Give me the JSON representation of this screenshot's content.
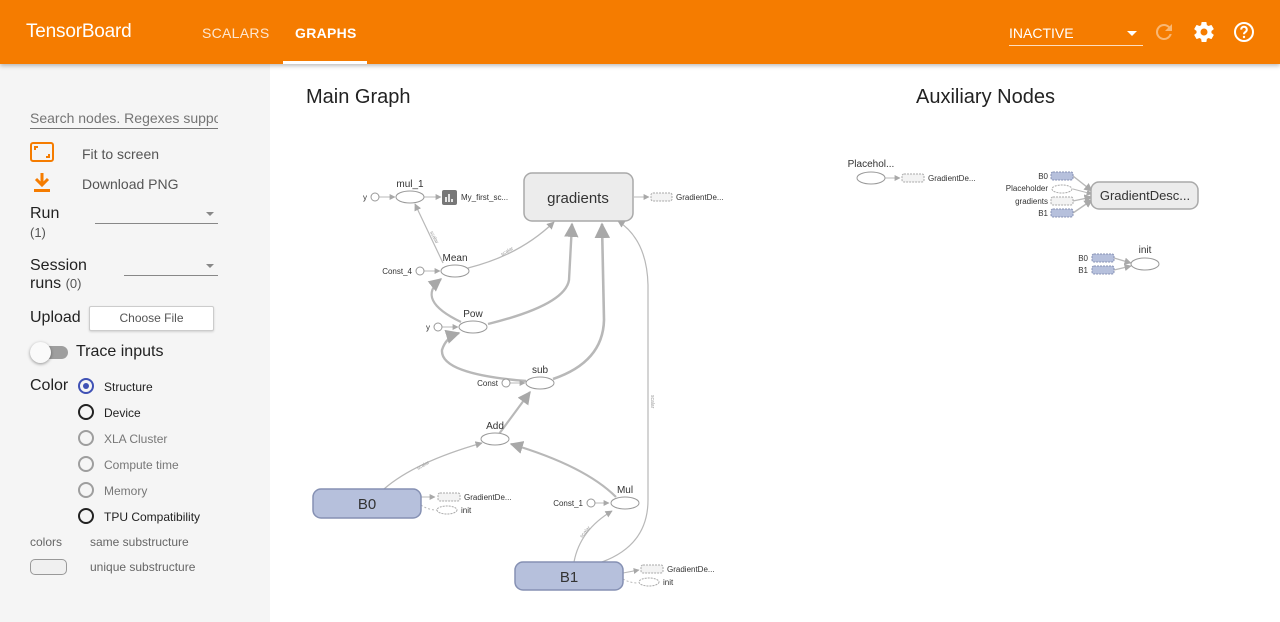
{
  "header": {
    "brand": "TensorBoard",
    "tabs": [
      {
        "label": "SCALARS",
        "active": false
      },
      {
        "label": "GRAPHS",
        "active": true
      }
    ],
    "run_selector": "INACTIVE",
    "icons": [
      "refresh-icon",
      "settings-gear-icon",
      "help-icon"
    ],
    "accent": "#f57c00"
  },
  "sidebar": {
    "search_placeholder": "Search nodes. Regexes supported.",
    "fit_to_screen": "Fit to screen",
    "download_png": "Download PNG",
    "run_label": "Run",
    "run_count": "(1)",
    "session_label_1": "Session",
    "session_label_2": "runs",
    "session_count": "(0)",
    "upload_label": "Upload",
    "choose_file": "Choose File",
    "trace_inputs": "Trace inputs",
    "color_label": "Color",
    "color_options": [
      {
        "label": "Structure",
        "checked": true,
        "enabled": true
      },
      {
        "label": "Device",
        "checked": false,
        "enabled": true
      },
      {
        "label": "XLA Cluster",
        "checked": false,
        "enabled": false
      },
      {
        "label": "Compute time",
        "checked": false,
        "enabled": false
      },
      {
        "label": "Memory",
        "checked": false,
        "enabled": false
      },
      {
        "label": "TPU Compatibility",
        "checked": false,
        "enabled": true
      }
    ],
    "legend_colors": "colors",
    "legend_same": "same substructure",
    "legend_unique": "unique substructure"
  },
  "main": {
    "main_graph_title": "Main Graph",
    "aux_title": "Auxiliary Nodes",
    "nodes": {
      "gradients": "gradients",
      "mul_1": "mul_1",
      "y": "y",
      "summary": "My_first_sc...",
      "gd_out": "GradientDe...",
      "mean": "Mean",
      "const_4": "Const_4",
      "pow": "Pow",
      "sub": "sub",
      "const": "Const",
      "add": "Add",
      "b0": "B0",
      "b1": "B1",
      "mul": "Mul",
      "const_1": "Const_1",
      "init": "init"
    },
    "edge_label_scalar": "scalar",
    "aux": {
      "placeholder_short": "Placehol...",
      "gd_short": "GradientDe...",
      "gd_node": "GradientDesc...",
      "inputs": [
        "B0",
        "Placeholder",
        "gradients",
        "B1"
      ],
      "init": "init",
      "init_inputs": [
        "B0",
        "B1"
      ]
    },
    "colors": {
      "variable_fill": "#b6c0dc",
      "meta_fill": "#ececec",
      "edge": "#b0b0b0"
    }
  }
}
